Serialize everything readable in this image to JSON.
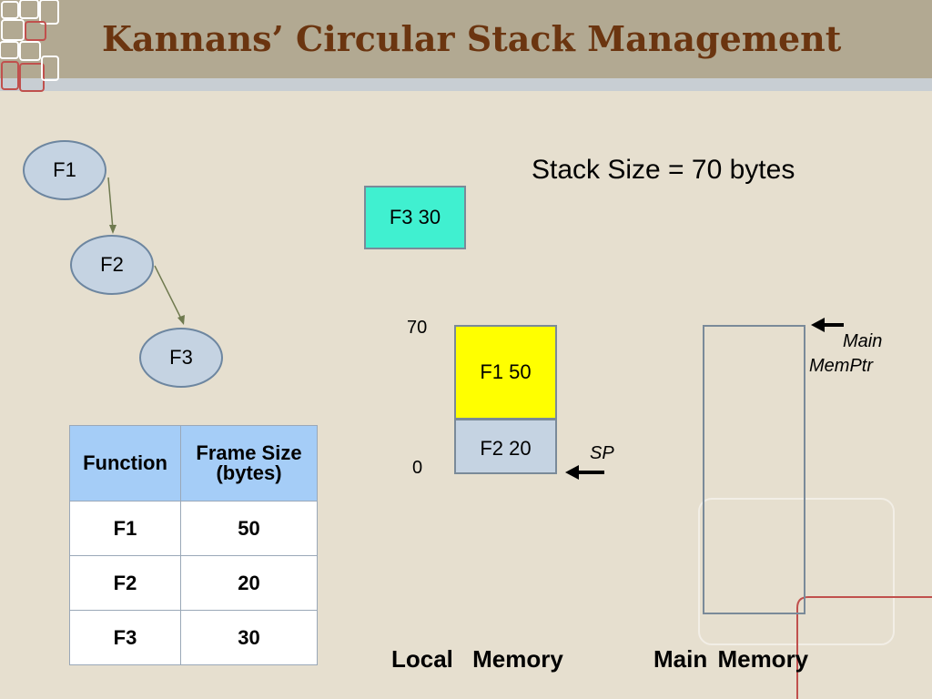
{
  "slide": {
    "title": "Kannans’ Circular Stack Management",
    "stack_size": "Stack Size = 70 bytes"
  },
  "call_graph": {
    "nodes": [
      "F1",
      "F2",
      "F3"
    ]
  },
  "frame_table": {
    "headers": [
      "Function",
      "Frame Size (bytes)"
    ],
    "rows": [
      {
        "function": "F1",
        "size": "50"
      },
      {
        "function": "F2",
        "size": "20"
      },
      {
        "function": "F3",
        "size": "30"
      }
    ]
  },
  "local_memory": {
    "pending_frame": "F3 30",
    "frames": [
      "F1 50",
      "F2 20"
    ],
    "top_label": "70",
    "bottom_label": "0",
    "pointer_label": "SP",
    "label": "Local   Memory"
  },
  "main_memory": {
    "pointer_label_line1": "Main",
    "pointer_label_line2": "MemPtr",
    "label": "Main  Memory"
  },
  "colors": {
    "title": "#6b3510",
    "node_fill": "#c5d3e2",
    "pending_frame": "#40f0d0",
    "f1_frame": "#ffff00",
    "table_header": "#a5cdf7",
    "accent_line": "#c0504d"
  }
}
